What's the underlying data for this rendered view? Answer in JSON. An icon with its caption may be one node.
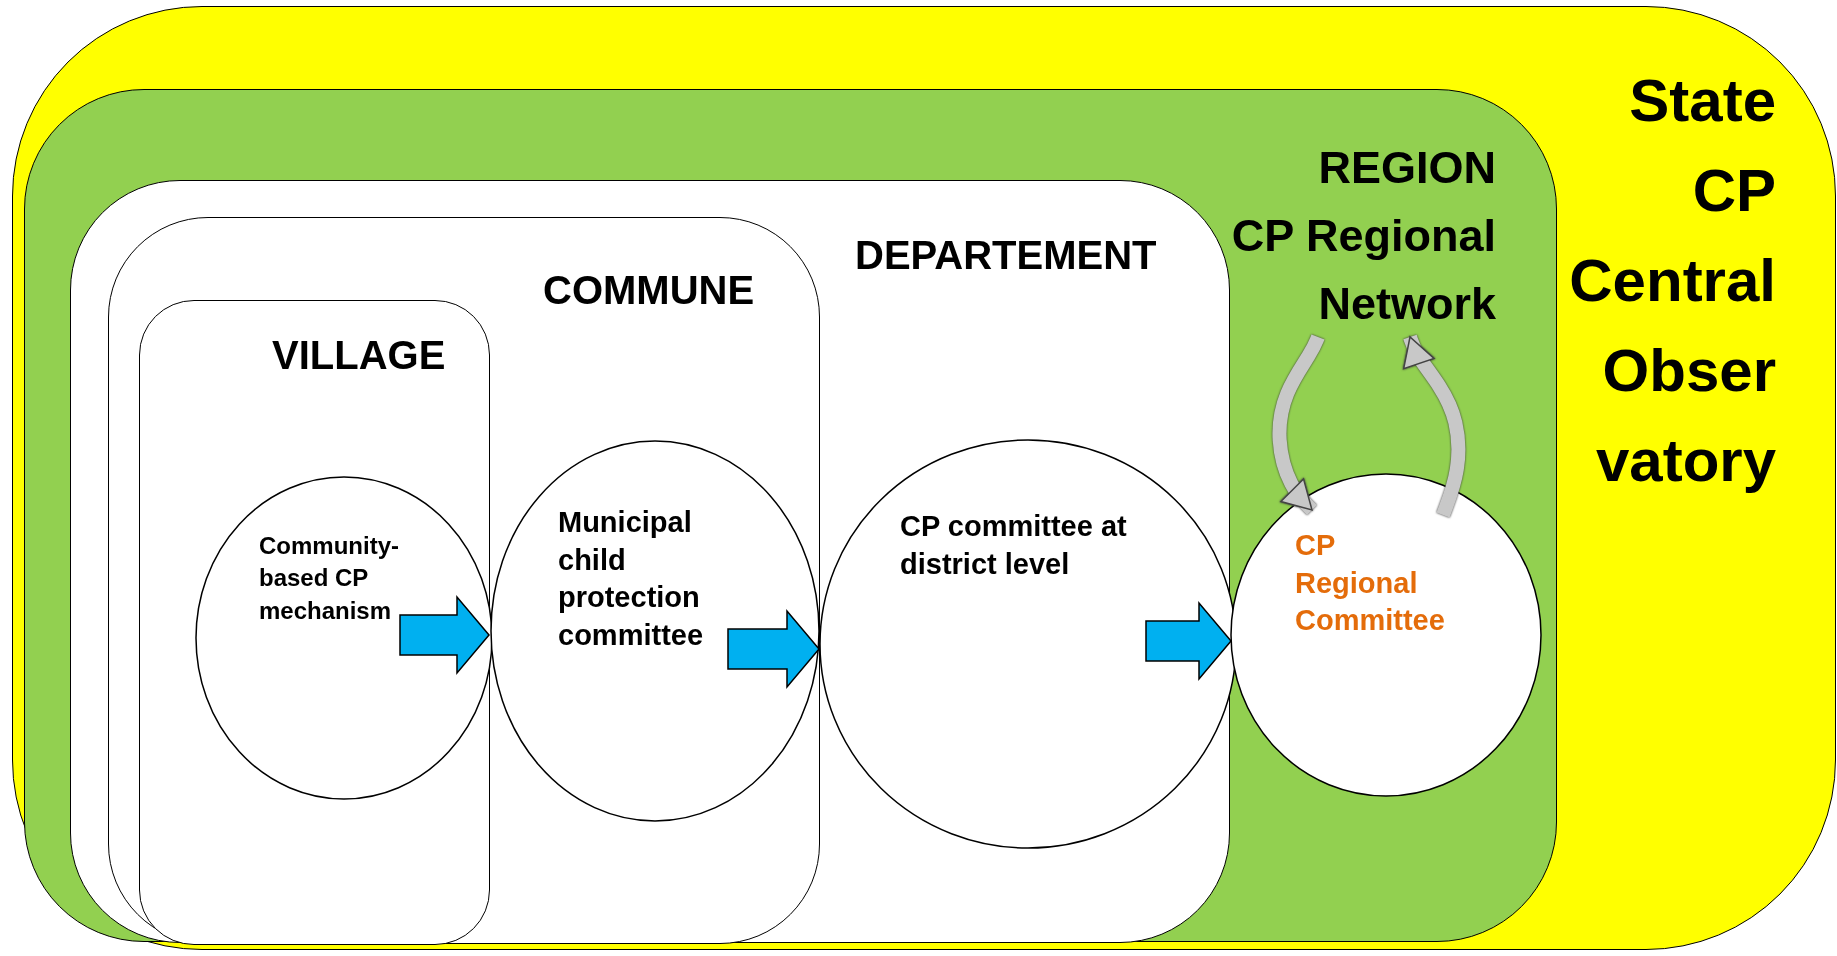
{
  "diagram": {
    "nodes": [
      {
        "text": [
          "State CP Central Obser vatory"
        ]
      },
      {
        "text": [
          "REGION"
        ],
        "in": 0
      },
      {
        "text": [
          "CP Regional Network"
        ],
        "in": 1
      },
      {
        "text": [
          "DEPARTEMENT"
        ],
        "in": 1
      },
      {
        "text": [
          "COMMUNE"
        ],
        "in": 3
      },
      {
        "text": [
          "VILLAGE"
        ],
        "in": 4
      },
      {
        "text": [
          "Community-based CP mechanism"
        ],
        "in": 5
      },
      {
        "text": [
          "Municipal child protection committee"
        ],
        "in": 4
      },
      {
        "text": [
          "CP committee at district level"
        ],
        "in": 3
      },
      {
        "text": [
          "CP Regional Committee"
        ],
        "in": 1
      }
    ],
    "edges": [
      {
        "from": 6,
        "to": 7,
        "arrow": "to"
      },
      {
        "from": 7,
        "to": 8,
        "arrow": "to"
      },
      {
        "from": 8,
        "to": 9,
        "arrow": "to"
      },
      {
        "from": 2,
        "to": 9,
        "arrow": "to"
      },
      {
        "from": 9,
        "to": 2,
        "arrow": "to"
      }
    ]
  }
}
